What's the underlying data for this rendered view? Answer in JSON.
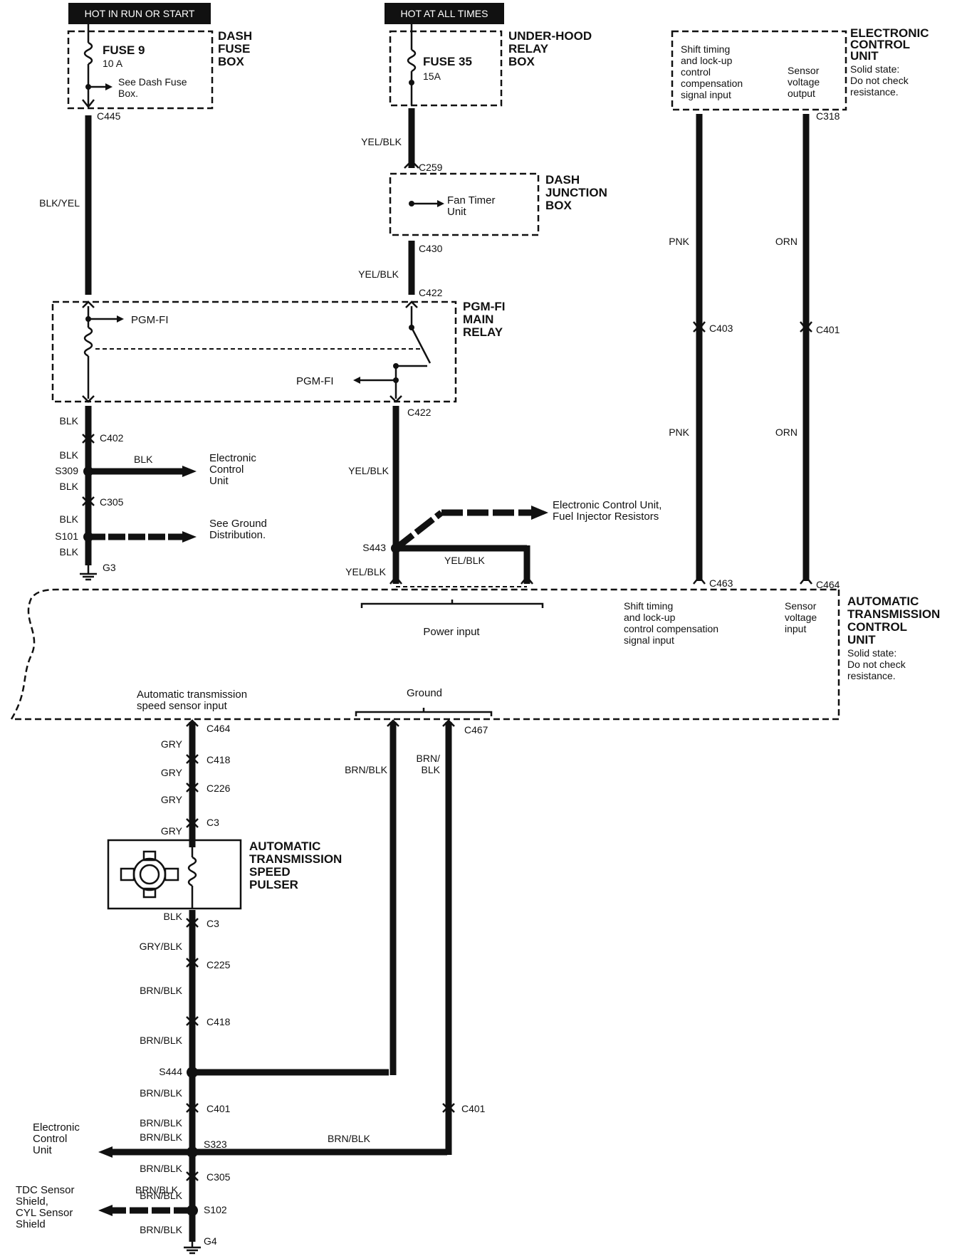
{
  "banners": {
    "hot_run_start": "HOT IN RUN OR START",
    "hot_always": "HOT AT ALL TIMES"
  },
  "dash_fuse_box": {
    "title": [
      "DASH",
      "FUSE",
      "BOX"
    ],
    "fuse": "FUSE 9",
    "rating": "10 A",
    "note": [
      "See Dash Fuse",
      "Box."
    ]
  },
  "underhood_box": {
    "title": [
      "UNDER-HOOD",
      "RELAY",
      "BOX"
    ],
    "fuse": "FUSE 35",
    "rating": "15A"
  },
  "dash_junction_box": {
    "title": [
      "DASH",
      "JUNCTION",
      "BOX"
    ],
    "device": [
      "Fan Timer",
      "Unit"
    ]
  },
  "ecu_box": {
    "left": [
      "Shift timing",
      "and lock-up",
      "control",
      "compensation",
      "signal input"
    ],
    "right": [
      "Sensor",
      "voltage",
      "output"
    ],
    "title": [
      "ELECTRONIC",
      "CONTROL",
      "UNIT"
    ],
    "note": [
      "Solid state:",
      "Do not check",
      "resistance."
    ]
  },
  "main_relay": {
    "title": [
      "PGM-FI",
      "MAIN",
      "RELAY"
    ],
    "out1": "PGM-FI",
    "out2": "PGM-FI"
  },
  "atcu": {
    "title": [
      "AUTOMATIC",
      "TRANSMISSION",
      "CONTROL",
      "UNIT"
    ],
    "note": [
      "Solid state:",
      "Do not check",
      "resistance."
    ],
    "power_input": "Power input",
    "shift_input": [
      "Shift timing",
      "and lock-up",
      "control compensation",
      "signal input"
    ],
    "sensor_input": [
      "Sensor",
      "voltage",
      "input"
    ],
    "speed_input": [
      "Automatic transmission",
      "speed sensor input"
    ],
    "ground": "Ground"
  },
  "pulser": {
    "title": [
      "AUTOMATIC",
      "TRANSMISSION",
      "SPEED",
      "PULSER"
    ]
  },
  "refs": {
    "ecu": [
      "Electronic",
      "Control",
      "Unit"
    ],
    "ground_dist": [
      "See Ground",
      "Distribution."
    ],
    "ecu_injector": [
      "Electronic Control Unit,",
      "Fuel Injector Resistors"
    ],
    "ecu_bottom": [
      "Electronic",
      "Control",
      "Unit"
    ],
    "tdc": [
      "TDC Sensor",
      "Shield,",
      "CYL Sensor",
      "Shield"
    ]
  },
  "connectors": {
    "c445": "C445",
    "c259": "C259",
    "c430": "C430",
    "c422a": "C422",
    "c422b": "C422",
    "c318": "C318",
    "c403": "C403",
    "c401a": "C401",
    "c402": "C402",
    "c305a": "C305",
    "c463": "C463",
    "c464a": "C464",
    "c464b": "C464",
    "c467": "C467",
    "c418a": "C418",
    "c226": "C226",
    "c3a": "C3",
    "c3b": "C3",
    "c225": "C225",
    "c418b": "C418",
    "c401b": "C401",
    "c401c": "C401",
    "c305b": "C305"
  },
  "splices": {
    "s309": "S309",
    "s101": "S101",
    "s443": "S443",
    "s444": "S444",
    "s323": "S323",
    "s102": "S102"
  },
  "grounds": {
    "g3": "G3",
    "g4": "G4"
  },
  "wires": {
    "blk_yel": "BLK/YEL",
    "yel_blk_1": "YEL/BLK",
    "yel_blk_2": "YEL/BLK",
    "yel_blk_3": "YEL/BLK",
    "yel_blk_4": "YEL/BLK",
    "yel_blk_5": "YEL/BLK",
    "pnk_1": "PNK",
    "pnk_2": "PNK",
    "orn_1": "ORN",
    "orn_2": "ORN",
    "blk_1": "BLK",
    "blk_2": "BLK",
    "blk_3": "BLK",
    "blk_4": "BLK",
    "blk_5": "BLK",
    "blk_6": "BLK",
    "blk_7": "BLK",
    "gry_1": "GRY",
    "gry_2": "GRY",
    "gry_3": "GRY",
    "gry_4": "GRY",
    "gry_blk": "GRY/BLK",
    "brn_blk_1": "BRN/BLK",
    "brn_blk_2": "BRN/BLK",
    "brn_blk_3": "BRN/BLK",
    "brn_blk_4": "BRN/BLK",
    "brn_blk_5": "BRN/BLK",
    "brn_blk_6": "BRN/BLK",
    "brn_blk_7": "BRN/BLK",
    "brn_blk_8": "BRN/BLK",
    "brn_blk_9": "BRN/BLK",
    "brn_blk_10": "BRN/BLK",
    "brn_blk_11": "BRN/BLK",
    "brn_slash": "BRN/",
    "blk_under": "BLK"
  }
}
